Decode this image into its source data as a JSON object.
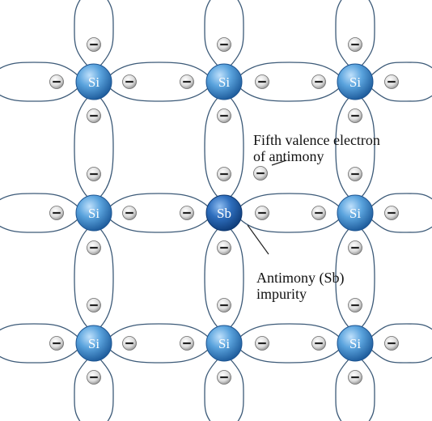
{
  "atoms": [
    {
      "symbol": "Si"
    },
    {
      "symbol": "Si"
    },
    {
      "symbol": "Si"
    },
    {
      "symbol": "Si"
    },
    {
      "symbol": "Sb"
    },
    {
      "symbol": "Si"
    },
    {
      "symbol": "Si"
    },
    {
      "symbol": "Si"
    },
    {
      "symbol": "Si"
    }
  ],
  "annotations": {
    "fifth_electron": {
      "line1": "Fifth valence electron",
      "line2": "of antimony"
    },
    "impurity": {
      "line1": "Antimony (Sb)",
      "line2": "impurity"
    }
  },
  "colors": {
    "si_atom": "#3d86c6",
    "sb_atom": "#1f5aa6",
    "bond": "#3c5a78",
    "electron": "#d9d9d9"
  }
}
